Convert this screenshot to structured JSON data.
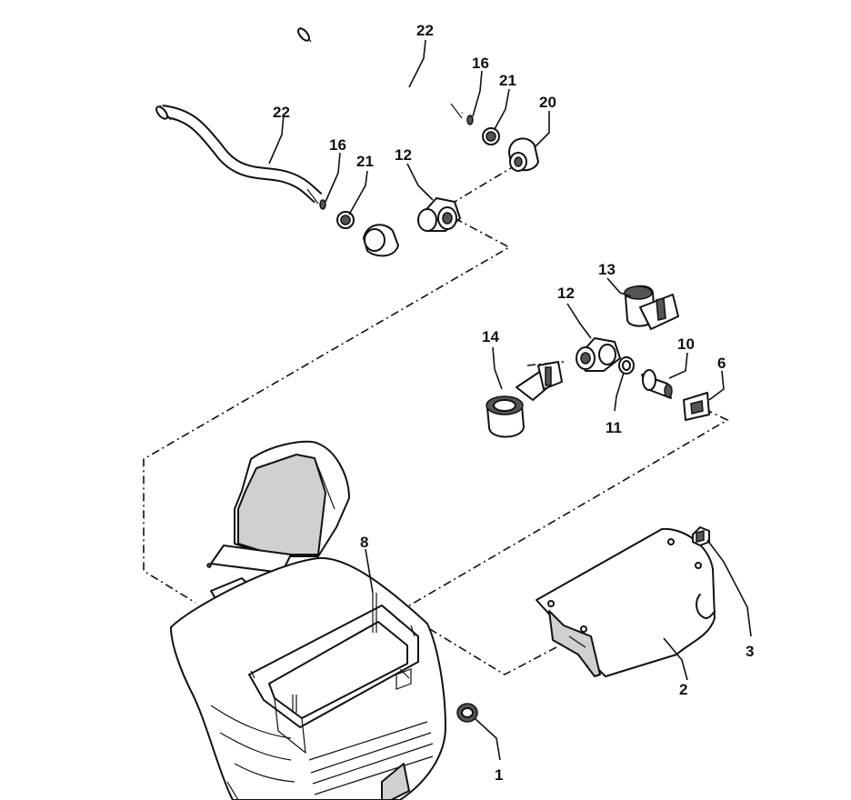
{
  "callouts": {
    "c1": "1",
    "c2": "2",
    "c3": "3",
    "c6": "6",
    "c8": "8",
    "c10": "10",
    "c11": "11",
    "c12a": "12",
    "c12b": "12",
    "c13": "13",
    "c14": "14",
    "c16a": "16",
    "c16b": "16",
    "c20": "20",
    "c21a": "21",
    "c21b": "21",
    "c22a": "22",
    "c22b": "22"
  },
  "colors": {
    "line": "#111111",
    "shade": "#d0d0d0",
    "background": "#ffffff"
  }
}
